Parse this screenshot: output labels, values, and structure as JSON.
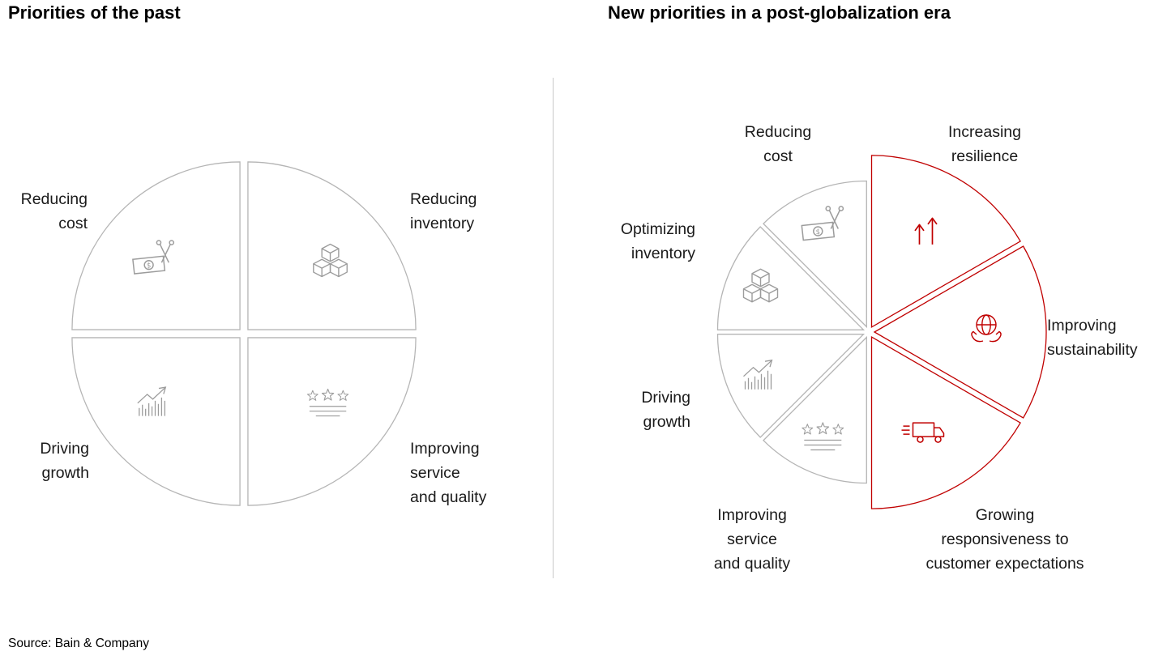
{
  "colors": {
    "accent_red": "#c00000",
    "wedge_gray": "#b5b5b5",
    "icon_gray": "#9c9c9c",
    "text": "#1a1a1a",
    "divider": "#c9c9c9"
  },
  "past": {
    "title": "Priorities of the past",
    "segments": {
      "reducing_cost": {
        "label": "Reducing\ncost",
        "icon": "money-scissors-icon"
      },
      "reducing_inventory": {
        "label": "Reducing\ninventory",
        "icon": "inventory-cubes-icon"
      },
      "driving_growth": {
        "label": "Driving\ngrowth",
        "icon": "growth-chart-icon"
      },
      "improving_service": {
        "label": "Improving\nservice\nand quality",
        "icon": "service-stars-icon"
      }
    }
  },
  "future": {
    "title": "New priorities in a post-globalization era",
    "segments": {
      "reducing_cost": {
        "label": "Reducing\ncost",
        "icon": "money-scissors-icon",
        "state": "carryover"
      },
      "optimizing_inventory": {
        "label": "Optimizing\ninventory",
        "icon": "inventory-cubes-icon",
        "state": "carryover"
      },
      "driving_growth": {
        "label": "Driving\ngrowth",
        "icon": "growth-chart-icon",
        "state": "carryover"
      },
      "improving_service": {
        "label": "Improving\nservice\nand quality",
        "icon": "service-stars-icon",
        "state": "carryover"
      },
      "increasing_resilience": {
        "label": "Increasing\nresilience",
        "icon": "resilience-arrows-icon",
        "state": "new"
      },
      "improving_sustainability": {
        "label": "Improving\nsustainability",
        "icon": "sustainability-globe-hands-icon",
        "state": "new"
      },
      "growing_responsiveness": {
        "label": "Growing\nresponsiveness to\ncustomer expectations",
        "icon": "delivery-truck-icon",
        "state": "new"
      }
    }
  },
  "source": "Source: Bain & Company"
}
